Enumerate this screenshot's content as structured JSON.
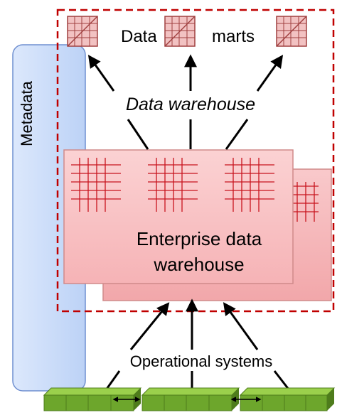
{
  "labels": {
    "metadata": "Metadata",
    "data_marts_left": "Data",
    "data_marts_right": "marts",
    "data_warehouse": "Data warehouse",
    "edw_line1": "Enterprise data",
    "edw_line2": "warehouse",
    "operational_systems": "Operational systems"
  },
  "colors": {
    "metadata_fill": "#cfe0fa",
    "metadata_stroke": "#6f8fd0",
    "edw_fill": "#f9c4c6",
    "edw_stroke": "#d08a8a",
    "grid_line": "#c8141e",
    "dashed_border": "#c00000",
    "mart_fill": "#f2c2c2",
    "mart_stroke": "#a04040",
    "ops_top": "#9bd04c",
    "ops_front": "#6da62c",
    "ops_side": "#4e7c1c",
    "arrow": "#000000"
  },
  "icons": {
    "data_mart": "table-icon",
    "edw_table": "grid-icon",
    "operational_system": "block-icon"
  }
}
